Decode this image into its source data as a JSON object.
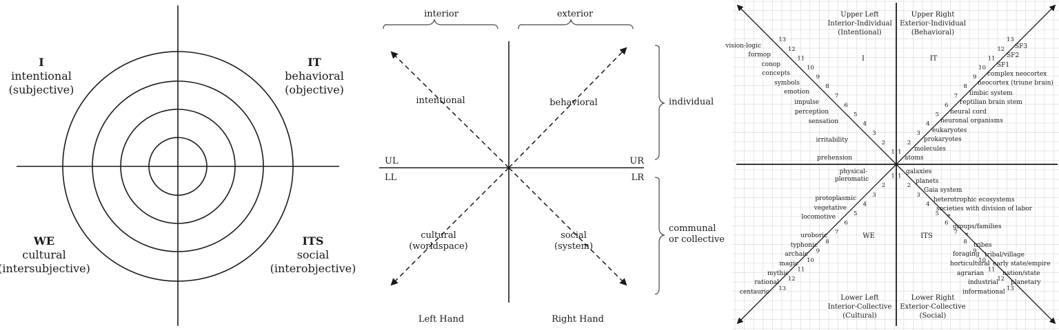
{
  "panel1": {
    "ul": {
      "code": "I",
      "line1": "intentional",
      "line2": "(subjective)"
    },
    "ur": {
      "code": "IT",
      "line1": "behavioral",
      "line2": "(objective)"
    },
    "ll": {
      "code": "WE",
      "line1": "cultural",
      "line2": "(intersubjective)"
    },
    "lr": {
      "code": "ITS",
      "line1": "social",
      "line2": "(interobjective)"
    }
  },
  "panel2": {
    "interior": "interior",
    "exterior": "exterior",
    "intentional": "intentional",
    "behavioral": "behavioral",
    "cultural": "cultural",
    "worldspace": "(worldspace)",
    "social": "social",
    "system": "(system)",
    "individual": "individual",
    "communal": "communal",
    "collective": "or collective",
    "ul": "UL",
    "ll": "LL",
    "ur": "UR",
    "lr": "LR",
    "left_hand": "Left Hand",
    "right_hand": "Right Hand"
  },
  "panel3": {
    "upper_left": [
      "Upper Left",
      "Interior-Individual",
      "(Intentional)"
    ],
    "upper_right": [
      "Upper Right",
      "Exterior-Individual",
      "(Behavioral)"
    ],
    "lower_left": [
      "Lower Left",
      "Interior-Collective",
      "(Cultural)"
    ],
    "lower_right": [
      "Lower Right",
      "Exterior-Collective",
      "(Social)"
    ],
    "code_i": "I",
    "code_it": "IT",
    "code_we": "WE",
    "code_its": "ITS",
    "numbers": [
      "1",
      "2",
      "3",
      "4",
      "5",
      "6",
      "7",
      "8",
      "9",
      "10",
      "11",
      "12",
      "13"
    ],
    "ul_labels": [
      "prehension",
      "irritability",
      "sensation",
      "perception",
      "impulse",
      "emotion",
      "symbols",
      "concepts",
      "conop",
      "formop",
      "vision-logic"
    ],
    "ur_labels": [
      "atoms",
      "molecules",
      "prokaryotes",
      "eukaryotes",
      "neuronal organisms",
      "neural cord",
      "reptilian brain stem",
      "limbic system",
      "neocortex (triune brain)",
      "complex neocortex",
      "SF1",
      "SF2",
      "SF3"
    ],
    "ll_labels": [
      "physical-",
      "pleromatic",
      "protoplasmic",
      "vegetative",
      "locomotive",
      "uroboric",
      "typhonic",
      "archaic",
      "magic",
      "mythic",
      "rational",
      "centauric"
    ],
    "lr_labels": [
      "galaxies",
      "planets",
      "Gaia system",
      "heterotrophic ecosystems",
      "societies with division of labor",
      "*",
      "groups/families",
      "*",
      "tribes",
      "foraging",
      "tribal/village",
      "horticultural",
      "early state/empire",
      "agrarian",
      "nation/state",
      "industrial",
      "planetary",
      "informational"
    ]
  }
}
